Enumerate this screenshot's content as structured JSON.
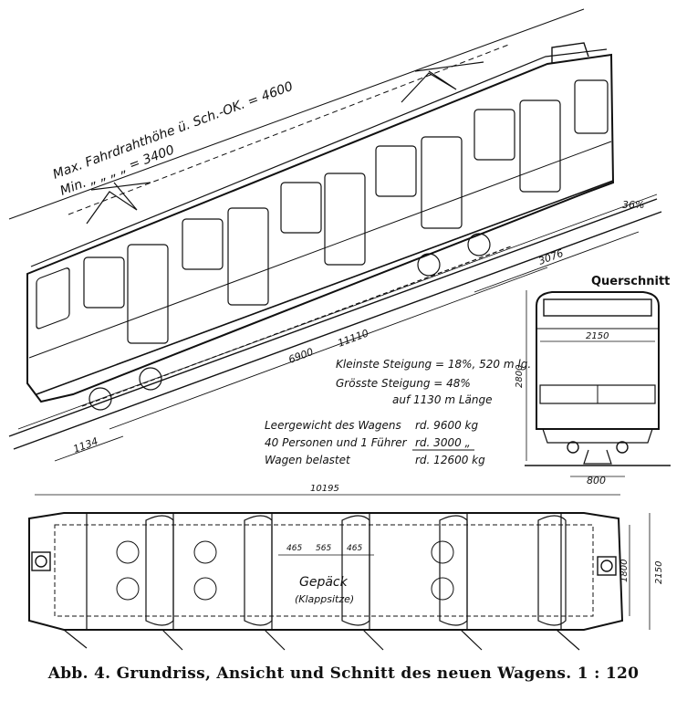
{
  "elevation": {
    "wire_label_max": "Max. Fahrdrahthöhe ü. Sch.-OK. = 4600",
    "wire_label_min": "Min.   „    „    „   „  = 3400",
    "gradient": "36%",
    "dim_total": "11110",
    "dim_axles": "6900",
    "dim_front": "3076",
    "dim_rear": "1134"
  },
  "specs": {
    "min_grade": "Kleinste Steigung = 18%,  520 m lg.",
    "max_grade": "Grösste Steigung = 48%",
    "max_grade_length": "auf 1130 m Länge",
    "weights": [
      {
        "label": "Leergewicht des Wagens",
        "value": "rd. 9600 kg"
      },
      {
        "label": "40 Personen und 1 Führer",
        "value": "rd. 3000  „"
      },
      {
        "label": "Wagen belastet",
        "value": "rd. 12600 kg"
      }
    ]
  },
  "cross_section": {
    "title": "Querschnitt",
    "dim_width": "2150",
    "dim_height": "2800",
    "dim_gauge": "800"
  },
  "plan": {
    "dim_length": "10195",
    "dim_inner_width": "1800",
    "dim_outer_width": "2150",
    "dim_seat_a": "465",
    "dim_seat_b": "565",
    "dim_seat_c": "465",
    "luggage": "Gepäck",
    "folding_seats": "(Klappsitze)"
  },
  "caption": {
    "figure": "Abb. 4.",
    "text": "Grundriss, Ansicht und Schnitt des neuen Wagens.",
    "scale": "1 : 120"
  }
}
